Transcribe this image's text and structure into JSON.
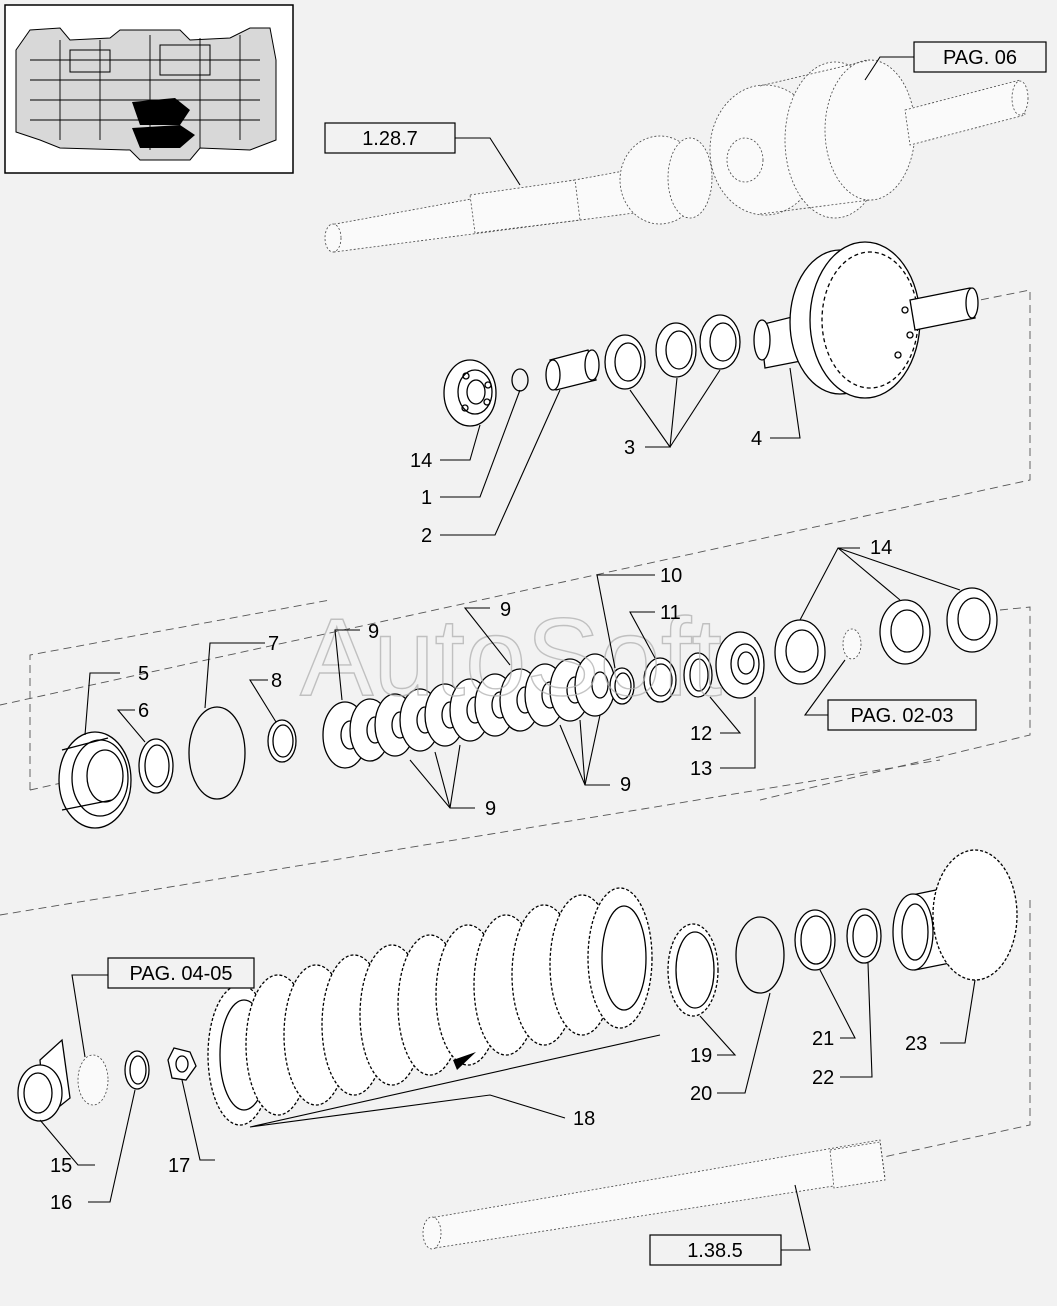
{
  "watermark": "AutoSoft",
  "reference_boxes": {
    "pag06": "PAG. 06",
    "ref_1_28_7": "1.28.7",
    "pag0203": "PAG. 02-03",
    "pag0405": "PAG. 04-05",
    "ref_1_38_5": "1.38.5"
  },
  "callouts": {
    "c14a": "14",
    "c1": "1",
    "c2": "2",
    "c3": "3",
    "c4": "4",
    "c5": "5",
    "c6": "6",
    "c7": "7",
    "c8": "8",
    "c9a": "9",
    "c9b": "9",
    "c9c": "9",
    "c9d": "9",
    "c10": "10",
    "c11": "11",
    "c12": "12",
    "c13": "13",
    "c14b": "14",
    "c15": "15",
    "c16": "16",
    "c17": "17",
    "c18": "18",
    "c19": "19",
    "c20": "20",
    "c21": "21",
    "c22": "22",
    "c23": "23"
  }
}
